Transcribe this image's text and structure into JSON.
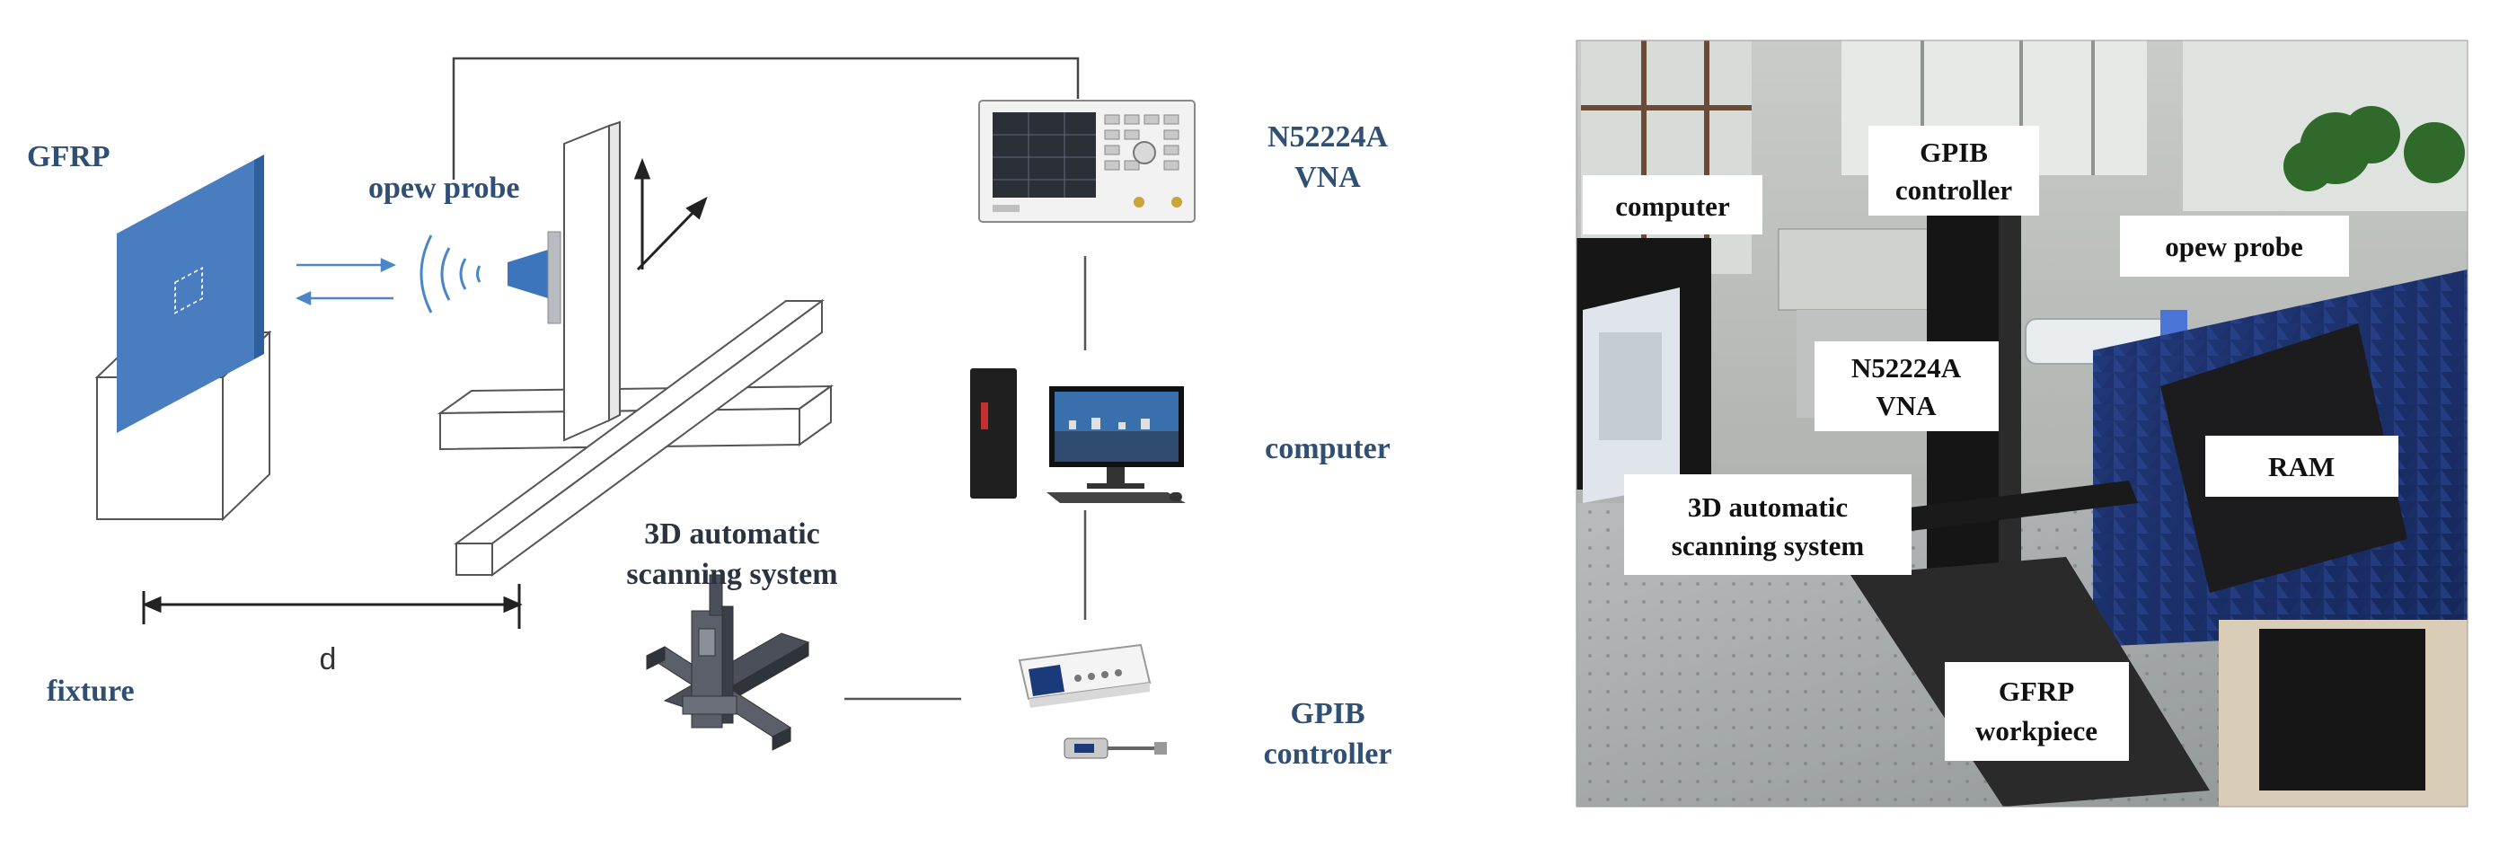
{
  "left_panel": {
    "labels": {
      "gfrp": "GFRP",
      "probe": "opew probe",
      "vna_line1": "N52224A",
      "vna_line2": "VNA",
      "computer": "computer",
      "scanner_line1": "3D automatic",
      "scanner_line2": "scanning system",
      "gpib_line1": "GPIB",
      "gpib_line2": "controller",
      "fixture": "fixture",
      "distance": "d"
    },
    "colors": {
      "panel": "#4a7cc0",
      "label_blue": "#2f4f73",
      "wave": "#4a86c8"
    }
  },
  "right_panel": {
    "labels": {
      "computer": "computer",
      "gpib_line1": "GPIB",
      "gpib_line2": "controller",
      "probe": "opew probe",
      "vna_line1": "N52224A",
      "vna_line2": "VNA",
      "ram": "RAM",
      "scanner_line1": "3D automatic",
      "scanner_line2": "scanning system",
      "workpiece_line1": "GFRP",
      "workpiece_line2": "workpiece"
    }
  }
}
